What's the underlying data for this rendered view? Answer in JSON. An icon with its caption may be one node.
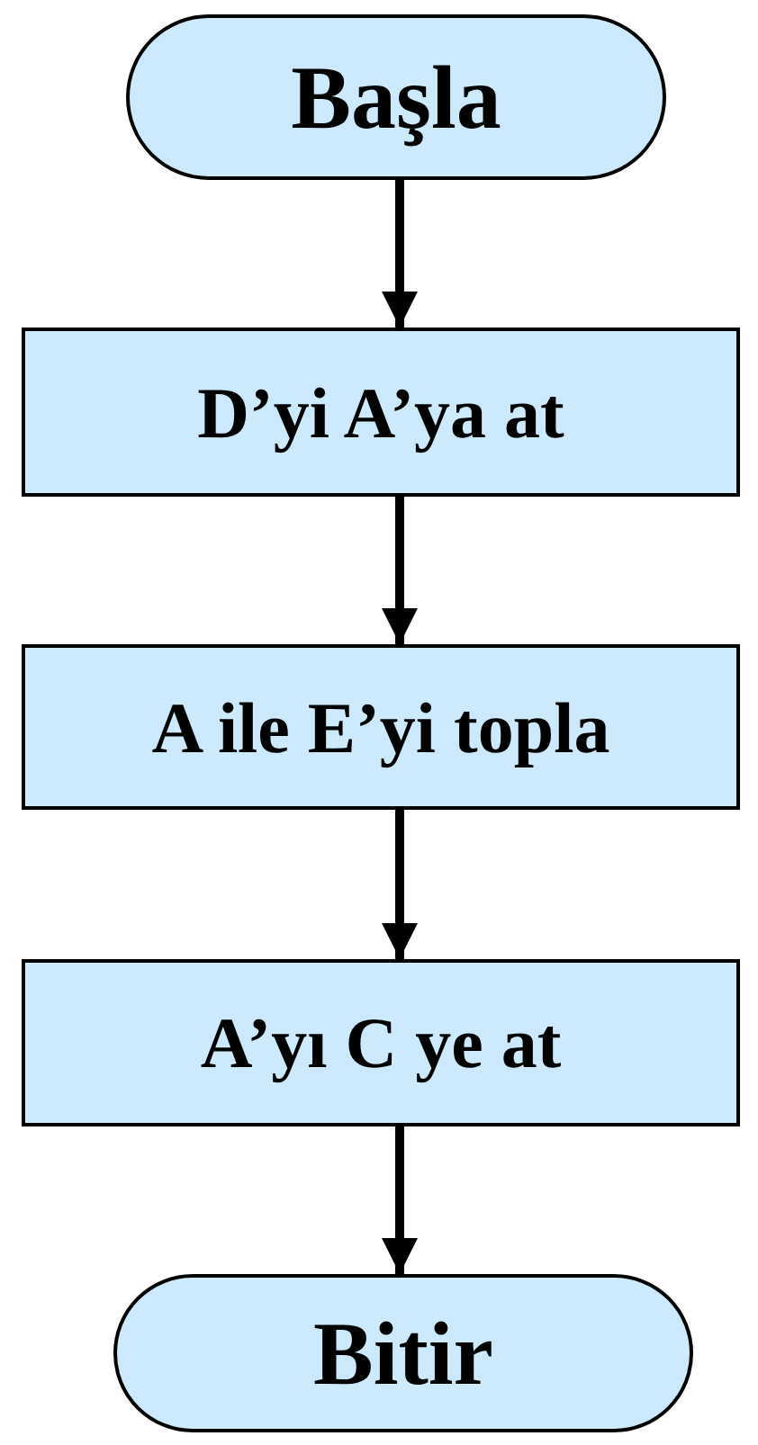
{
  "diagram": {
    "nodes": [
      {
        "text": [
          "Başla"
        ]
      },
      {
        "text": [
          "D’yi A’ya at"
        ]
      },
      {
        "text": [
          "A ile E’yi topla"
        ]
      },
      {
        "text": [
          "A’yı C ye at"
        ]
      },
      {
        "text": [
          "Bitir"
        ]
      }
    ],
    "edges": [
      {
        "from": 0,
        "to": 1,
        "arrow": "to"
      },
      {
        "from": 1,
        "to": 2,
        "arrow": "to"
      },
      {
        "from": 2,
        "to": 3,
        "arrow": "to"
      },
      {
        "from": 3,
        "to": 4,
        "arrow": "to"
      }
    ]
  }
}
